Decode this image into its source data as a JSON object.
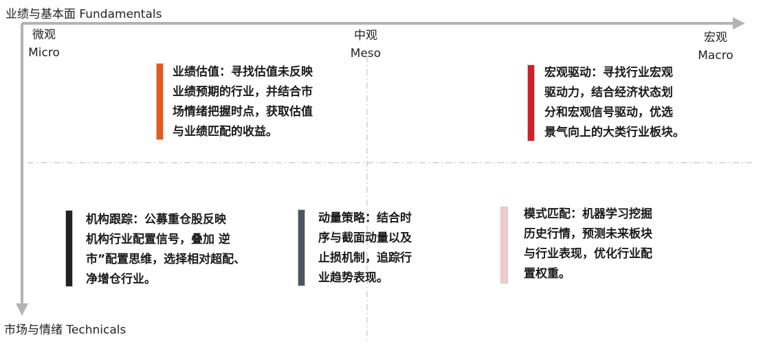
{
  "axes": {
    "x_title": "业绩与基本面 Fundamentals",
    "y_title": "市场与情绪 Technicals",
    "scale": [
      {
        "zh": "微观",
        "en": "Micro"
      },
      {
        "zh": "中观",
        "en": "Meso"
      },
      {
        "zh": "宏观",
        "en": "Macro"
      }
    ]
  },
  "cards": [
    {
      "color": "#e8591c",
      "lines": [
        "业绩估值：寻找估值未反映",
        "业绩预期的行业，并结合市",
        "场情绪把握时点，获取估值",
        "与业绩匹配的收益。"
      ]
    },
    {
      "color": "#d11f26",
      "lines": [
        "宏观驱动：寻找行业宏观",
        "驱动力，结合经济状态划",
        "分和宏观信号驱动，优选",
        "景气向上的大类行业板块。"
      ]
    },
    {
      "color": "#222222",
      "lines": [
        "机构跟踪：公募重仓股反映",
        "机构行业配置信号，叠加 逆",
        "市”配置思维，选择相对超配、",
        "净增仓行业。"
      ]
    },
    {
      "color": "#4c5561",
      "lines": [
        "动量策略：结合时",
        "序与截面动量以及",
        "止损机制，追踪行",
        "业趋势表现。"
      ]
    },
    {
      "color": "#f3c9cb",
      "lines": [
        "模式匹配：机器学习挖掘",
        "历史行情，预测未来板块",
        "与行业表现，优化行业配",
        "置权重。"
      ]
    }
  ]
}
